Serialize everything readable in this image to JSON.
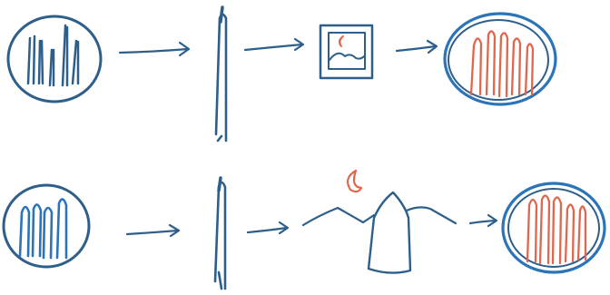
{
  "colors": {
    "background": "#ffffff",
    "ink_blue": "#2e5f8a",
    "circle_blue": "#2b74b8",
    "ink_red": "#e0674e"
  },
  "rows": [
    {
      "name": "top-row",
      "steps": [
        "dish-of-slender-blue-shapes",
        "single-tall-slender-shape",
        "framed-picture-with-moon-and-wave",
        "dish-of-slender-red-shapes"
      ]
    },
    {
      "name": "bottom-row",
      "steps": [
        "dish-of-slender-blue-shapes",
        "single-tall-slender-shape",
        "moon-over-mountains-with-tall-structure",
        "dish-of-slender-red-shapes"
      ]
    }
  ]
}
